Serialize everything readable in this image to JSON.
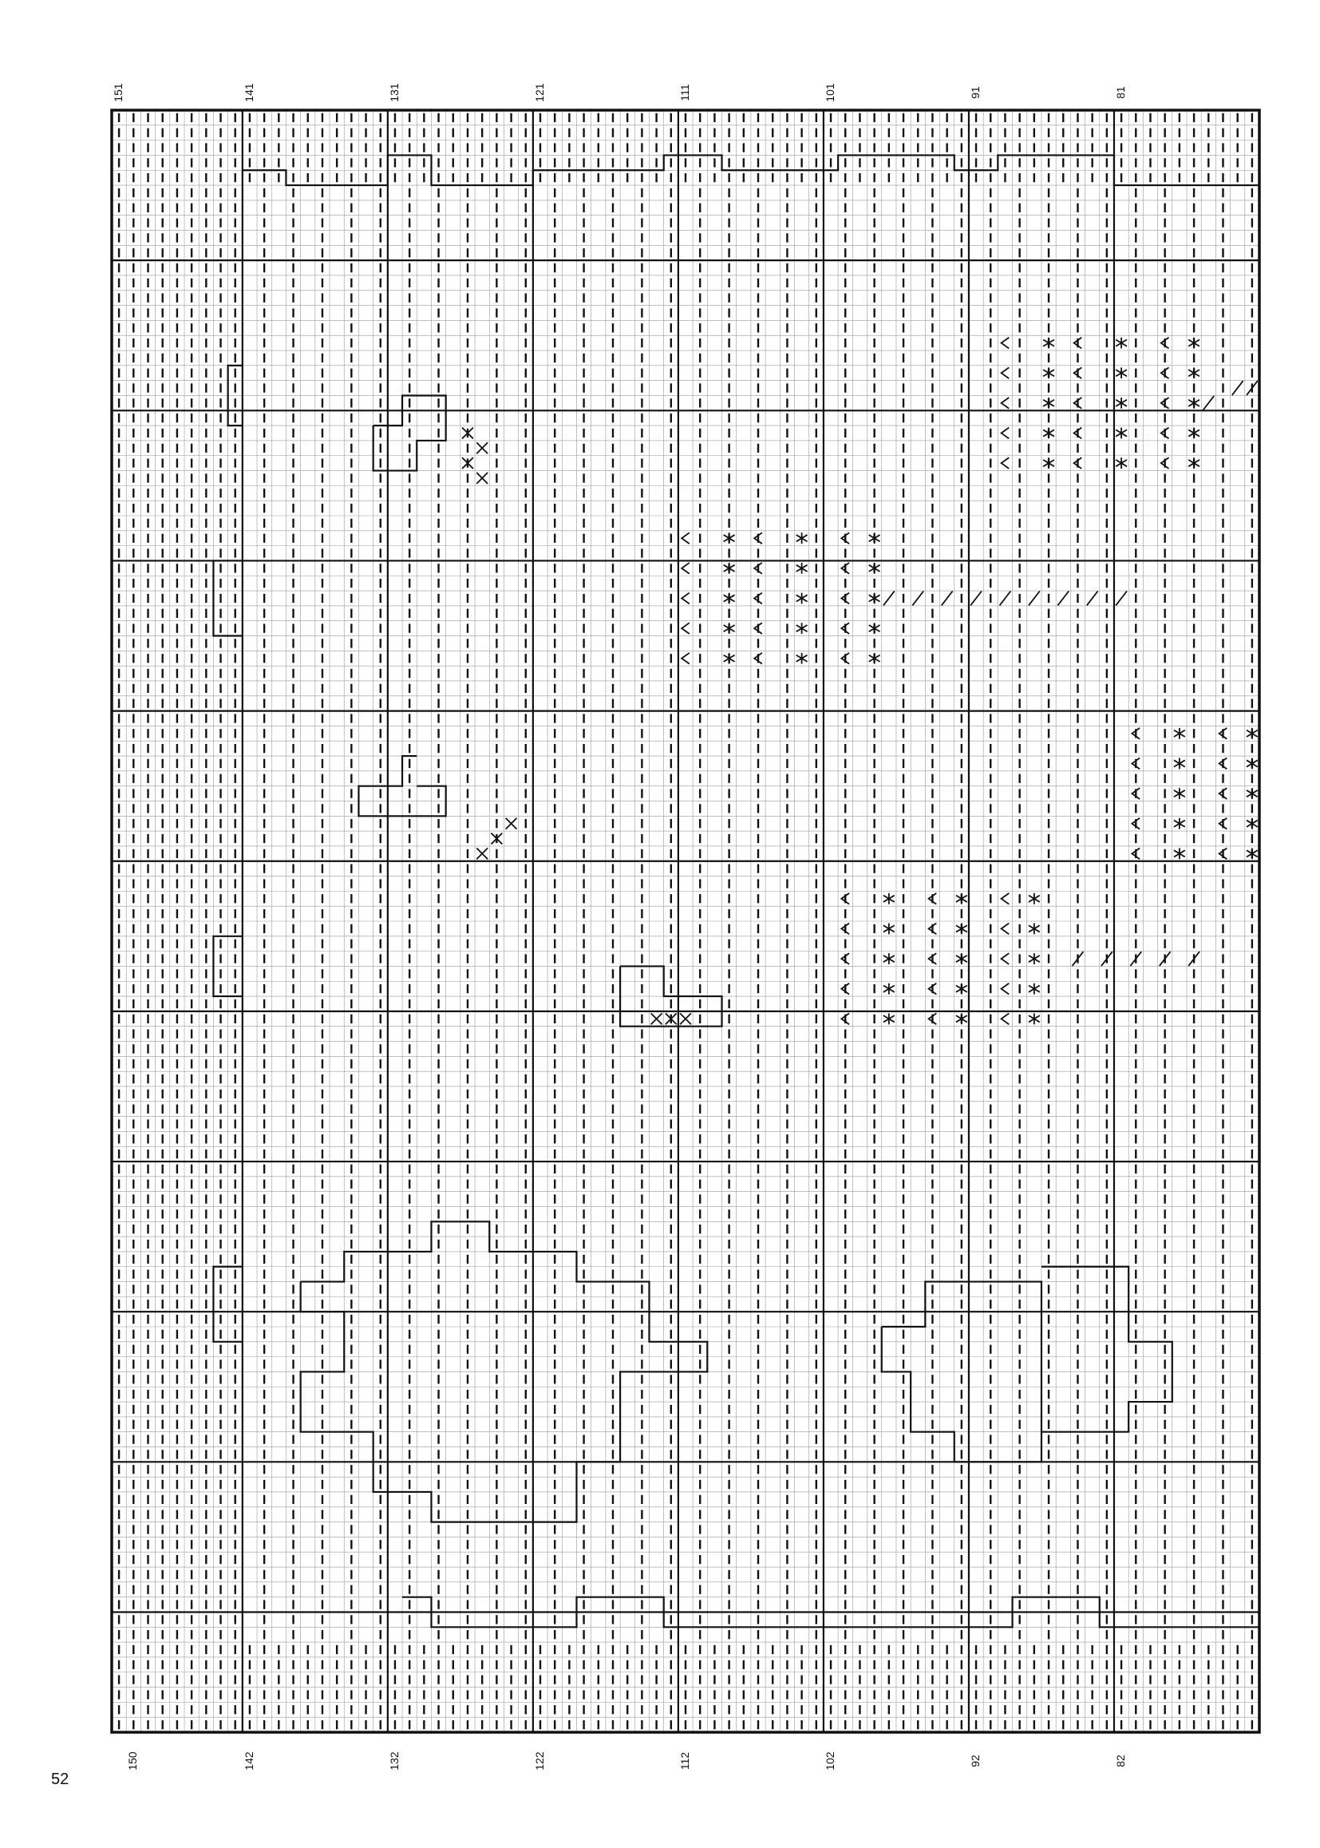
{
  "page_number": "52",
  "top_column_labels": [
    "151",
    "141",
    "131",
    "121",
    "111",
    "101",
    "91",
    "81"
  ],
  "bottom_column_labels": [
    "150",
    "142",
    "132",
    "122",
    "112",
    "102",
    "92",
    "82"
  ],
  "chart": {
    "columns": 79,
    "rows": 108,
    "symbols": [
      "stitch-bar-icon",
      "cross-x-icon",
      "asterisk-icon",
      "less-than-icon",
      "slash-backstitch-icon"
    ],
    "ink_color": "#111111",
    "background_color": "#ffffff"
  }
}
